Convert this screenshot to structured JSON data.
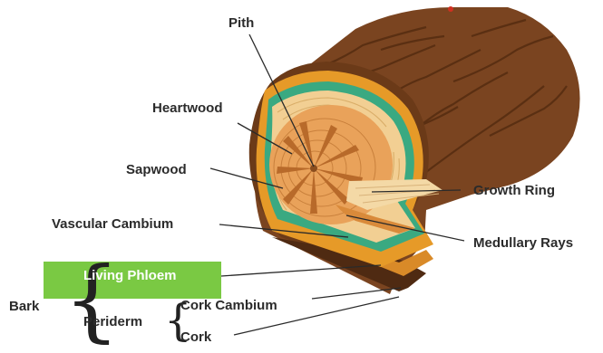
{
  "labels": {
    "pith": "Pith",
    "heartwood": "Heartwood",
    "sapwood": "Sapwood",
    "vascular_cambium": "Vascular Cambium",
    "living_phloem": "Living Phloem",
    "bark": "Bark",
    "periderm": "Periderm",
    "cork_cambium": "Cork Cambium",
    "cork": "Cork",
    "growth_ring": "Growth Ring",
    "medullary_rays": "Medullary Rays"
  },
  "colors": {
    "bark": "#7a4420",
    "bark_dark": "#4f2a12",
    "cork": "#8a5428",
    "phloem": "#e69a28",
    "cambium": "#3aa981",
    "sapwood": "#f2cf93",
    "heartwood": "#e9a25a",
    "highlight": "#7ac943"
  }
}
